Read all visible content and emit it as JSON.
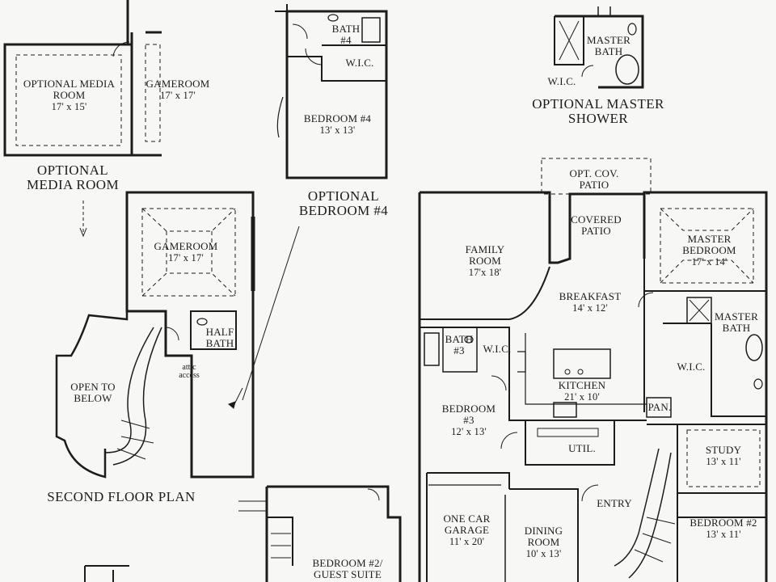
{
  "titles": {
    "optional_media_room": "OPTIONAL MEDIA ROOM",
    "optional_bedroom_4": "OPTIONAL BEDROOM #4",
    "optional_master_shower": "OPTIONAL MASTER SHOWER",
    "second_floor_plan": "SECOND FLOOR PLAN"
  },
  "rooms": {
    "opt_media_room": {
      "name": "OPTIONAL MEDIA ROOM",
      "dim": "17' x 15'"
    },
    "opt_gameroom": {
      "name": "GAMEROOM",
      "dim": "17' x 17'"
    },
    "opt_bath4": {
      "name": "BATH #4"
    },
    "opt_wic_bed4": {
      "name": "W.I.C."
    },
    "opt_bedroom4": {
      "name": "BEDROOM #4",
      "dim": "13' x 13'"
    },
    "opt_master_bath": {
      "name": "MASTER BATH"
    },
    "opt_wic_master": {
      "name": "W.I.C."
    },
    "gameroom": {
      "name": "GAMEROOM",
      "dim": "17' x 17'"
    },
    "half_bath": {
      "name": "HALF BATH"
    },
    "attic": {
      "name": "attic access"
    },
    "open_to_below": {
      "name": "OPEN TO BELOW"
    },
    "opt_cov_patio": {
      "name": "OPT. COV. PATIO"
    },
    "covered_patio": {
      "name": "COVERED PATIO"
    },
    "family_room": {
      "name": "FAMILY ROOM",
      "dim": "17'x 18'"
    },
    "breakfast": {
      "name": "BREAKFAST",
      "dim": "14' x 12'"
    },
    "master_bedroom": {
      "name": "MASTER BEDROOM",
      "dim": "17' x 14'"
    },
    "master_bath": {
      "name": "MASTER BATH"
    },
    "bath3": {
      "name": "BATH #3"
    },
    "wic3": {
      "name": "W.I.C."
    },
    "wic_master": {
      "name": "W.I.C."
    },
    "kitchen": {
      "name": "KITCHEN",
      "dim": "21' x 10'"
    },
    "pan": {
      "name": "PAN."
    },
    "bedroom3": {
      "name": "BEDROOM #3",
      "dim": "12' x 13'"
    },
    "util": {
      "name": "UTIL."
    },
    "study": {
      "name": "STUDY",
      "dim": "13' x 11'"
    },
    "one_car_garage": {
      "name": "ONE CAR GARAGE",
      "dim": "11' x 20'"
    },
    "dining_room": {
      "name": "DINING ROOM",
      "dim": "10' x 13'"
    },
    "entry": {
      "name": "ENTRY"
    },
    "bedroom2": {
      "name": "BEDROOM #2",
      "dim": "13' x 11'"
    },
    "bedroom2_guest": {
      "name": "BEDROOM #2/ GUEST SUITE"
    }
  },
  "colors": {
    "ink": "#1c1c1c",
    "paper": "#f7f7f5"
  }
}
